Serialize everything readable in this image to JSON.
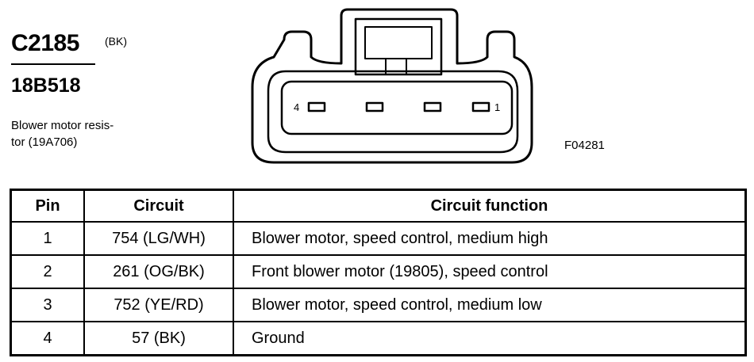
{
  "connector": {
    "id": "C2185",
    "color": "(BK)",
    "part_number": "18B518",
    "description": "Blower motor resis-tor (19A706)",
    "description_lines": [
      "Blower motor resis-",
      "tor (19A706)"
    ],
    "pin_labels": {
      "left": "4",
      "right": "1"
    },
    "figure_code": "F04281"
  },
  "table": {
    "headers": [
      "Pin",
      "Circuit",
      "Circuit function"
    ],
    "rows": [
      {
        "pin": "1",
        "circuit": "754 (LG/WH)",
        "function": "Blower motor, speed control, medium high"
      },
      {
        "pin": "2",
        "circuit": "261 (OG/BK)",
        "function": "Front blower motor (19805), speed control"
      },
      {
        "pin": "3",
        "circuit": "752 (YE/RD)",
        "function": "Blower motor, speed control, medium low"
      },
      {
        "pin": "4",
        "circuit": "57 (BK)",
        "function": "Ground"
      }
    ]
  }
}
